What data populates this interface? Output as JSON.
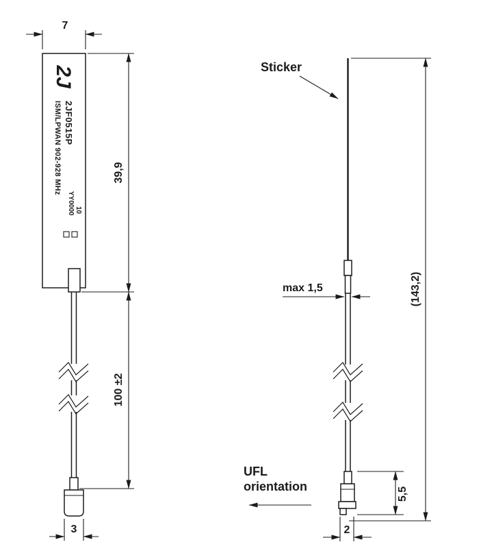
{
  "front_view": {
    "dims": {
      "top_width": "7",
      "sticker_length": "39,9",
      "cable_length": "100 ±2",
      "connector_width": "3"
    },
    "sticker": {
      "logo": "2J",
      "product_line": "ISM/LPWAN 902-928 MHz",
      "model": "2JF0515P",
      "date_code": "YY0000",
      "rev": "10"
    }
  },
  "side_view": {
    "callouts": {
      "sticker": "Sticker",
      "ufl_line1": "UFL",
      "ufl_line2": "orientation"
    },
    "dims": {
      "max_thickness": "max 1,5",
      "total_length": "(143,2)",
      "connector_height": "5,5",
      "connector_width": "2"
    }
  },
  "colors": {
    "ink": "#1b1b1b",
    "background": "#ffffff"
  }
}
